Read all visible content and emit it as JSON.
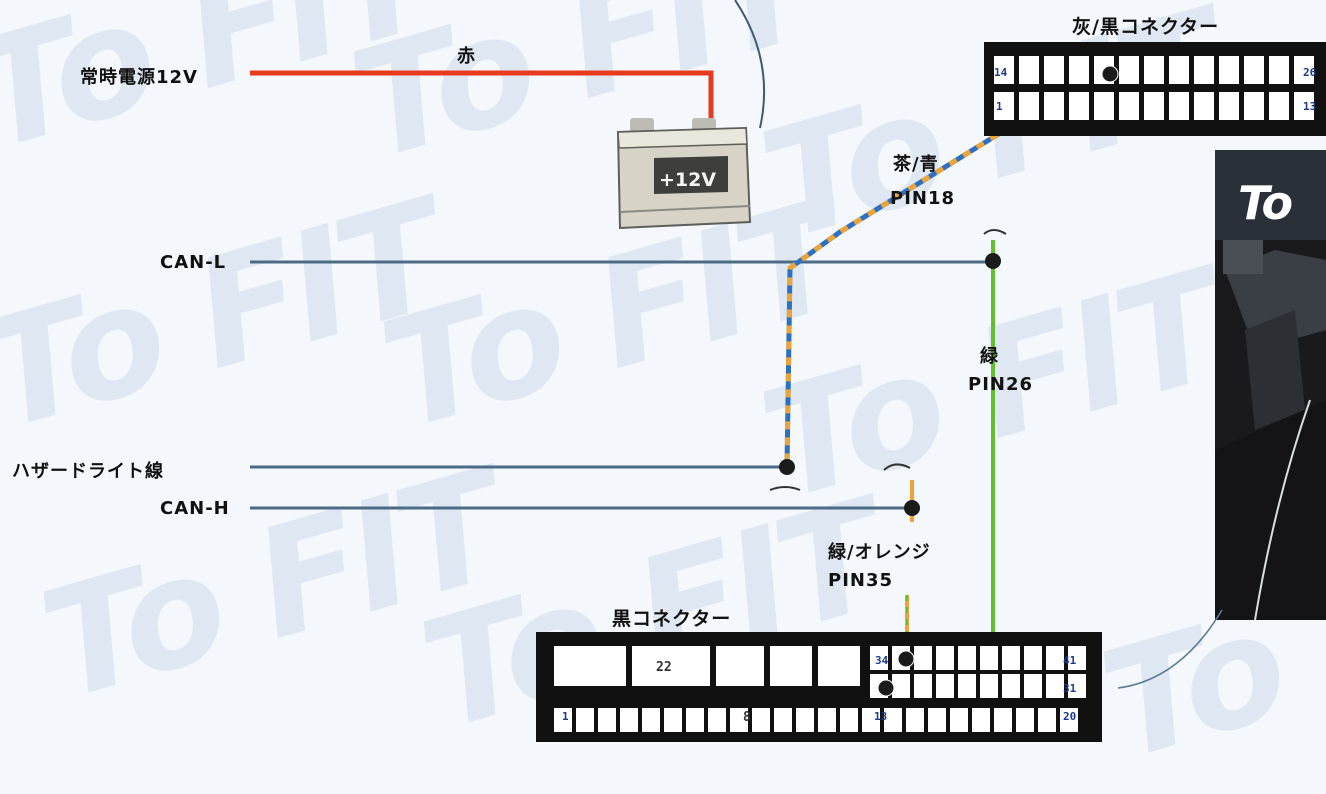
{
  "watermark": {
    "text": "To FIT"
  },
  "wires": {
    "constant_power": "常時電源12V",
    "red_wire": "赤",
    "can_l": "CAN-L",
    "hazard": "ハザードライト線",
    "can_h": "CAN-H"
  },
  "battery": {
    "label": "+12V"
  },
  "gray_black_connector": {
    "title": "灰/黒コネクター",
    "pins": [
      "14",
      "1",
      "26",
      "13"
    ],
    "wire_color": "茶/青",
    "wire_pin": "PIN18"
  },
  "black_connector": {
    "title": "黒コネクター",
    "pins": [
      "22",
      "34",
      "41",
      "31",
      "1",
      "8",
      "13",
      "20"
    ]
  },
  "green_wire": {
    "color": "緑",
    "pin": "PIN26"
  },
  "green_orange_wire": {
    "color": "緑/オレンジ",
    "pin": "PIN35"
  },
  "photo_logo": "To",
  "colors": {
    "red": "#e83a1e",
    "blue": "#2f6fc2",
    "orange": "#e9a53a",
    "green": "#62bf2e",
    "steel_wire": "#4a6a86",
    "connector": "#111111"
  }
}
